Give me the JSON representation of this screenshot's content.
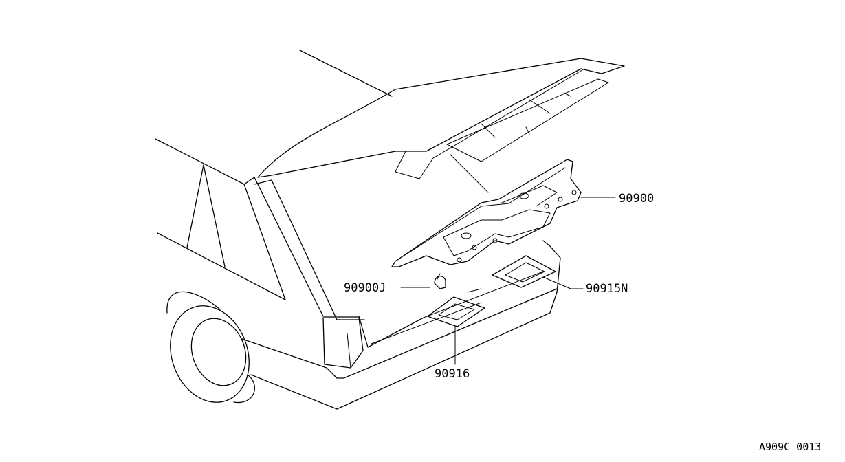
{
  "diagram": {
    "part_labels": [
      {
        "id": "trim-panel",
        "text": "90900"
      },
      {
        "id": "clip",
        "text": "90900J"
      },
      {
        "id": "right-pad",
        "text": "90915N"
      },
      {
        "id": "left-pad",
        "text": "90916"
      }
    ],
    "reference_code": "A909C 0013",
    "line_color": "#000000",
    "background_color": "#ffffff"
  }
}
